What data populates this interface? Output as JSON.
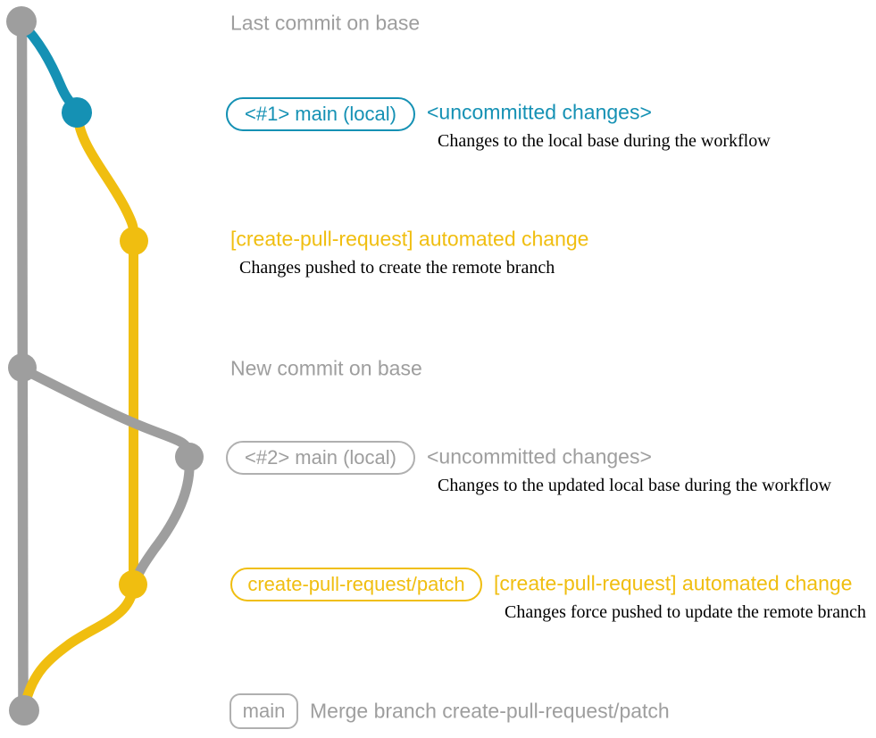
{
  "colors": {
    "base_gray": "#9e9e9e",
    "border_gray": "#b0b0b0",
    "teal": "#1591b4",
    "yellow": "#f0be10",
    "description_black": "#000000"
  },
  "annotations": {
    "last_commit_on_base": "Last commit on base",
    "new_commit_on_base": "New commit on base"
  },
  "sections": {
    "s1": {
      "label": "<#1> main (local)",
      "status": "<uncommitted changes>",
      "description": "Changes to the local base during the workflow"
    },
    "s2": {
      "title": "[create-pull-request] automated change",
      "description": "Changes pushed to create the remote branch"
    },
    "s3": {
      "label": "<#2> main (local)",
      "status": "<uncommitted changes>",
      "description": "Changes to the updated local base during the workflow"
    },
    "s4": {
      "label": "create-pull-request/patch",
      "title": "[create-pull-request] automated change",
      "description": "Changes force pushed to update the remote branch"
    },
    "s5": {
      "label": "main",
      "message": "Merge branch create-pull-request/patch"
    }
  }
}
